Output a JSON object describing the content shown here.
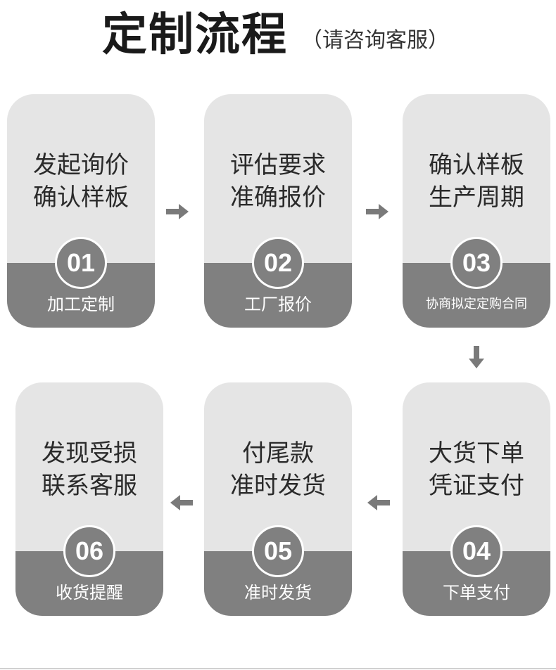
{
  "header": {
    "title": "定制流程",
    "subtitle": "（请咨询客服）"
  },
  "steps": [
    {
      "line1": "发起询价",
      "line2": "确认样板",
      "num": "01",
      "label": "加工定制"
    },
    {
      "line1": "评估要求",
      "line2": "准确报价",
      "num": "02",
      "label": "工厂报价"
    },
    {
      "line1": "确认样板",
      "line2": "生产周期",
      "num": "03",
      "label": "协商拟定定购合同"
    },
    {
      "line1": "大货下单",
      "line2": "凭证支付",
      "num": "04",
      "label": "下单支付"
    },
    {
      "line1": "付尾款",
      "line2": "准时发货",
      "num": "05",
      "label": "准时发货"
    },
    {
      "line1": "发现受损",
      "line2": "联系客服",
      "num": "06",
      "label": "收货提醒"
    }
  ],
  "colors": {
    "card_background": "#e5e5e5",
    "band": "#808080",
    "arrow": "#7a7a7a",
    "title": "#1a1a1a"
  },
  "icons": {
    "arrow_right": "arrow-right-icon",
    "arrow_down": "arrow-down-icon",
    "arrow_left": "arrow-left-icon"
  }
}
